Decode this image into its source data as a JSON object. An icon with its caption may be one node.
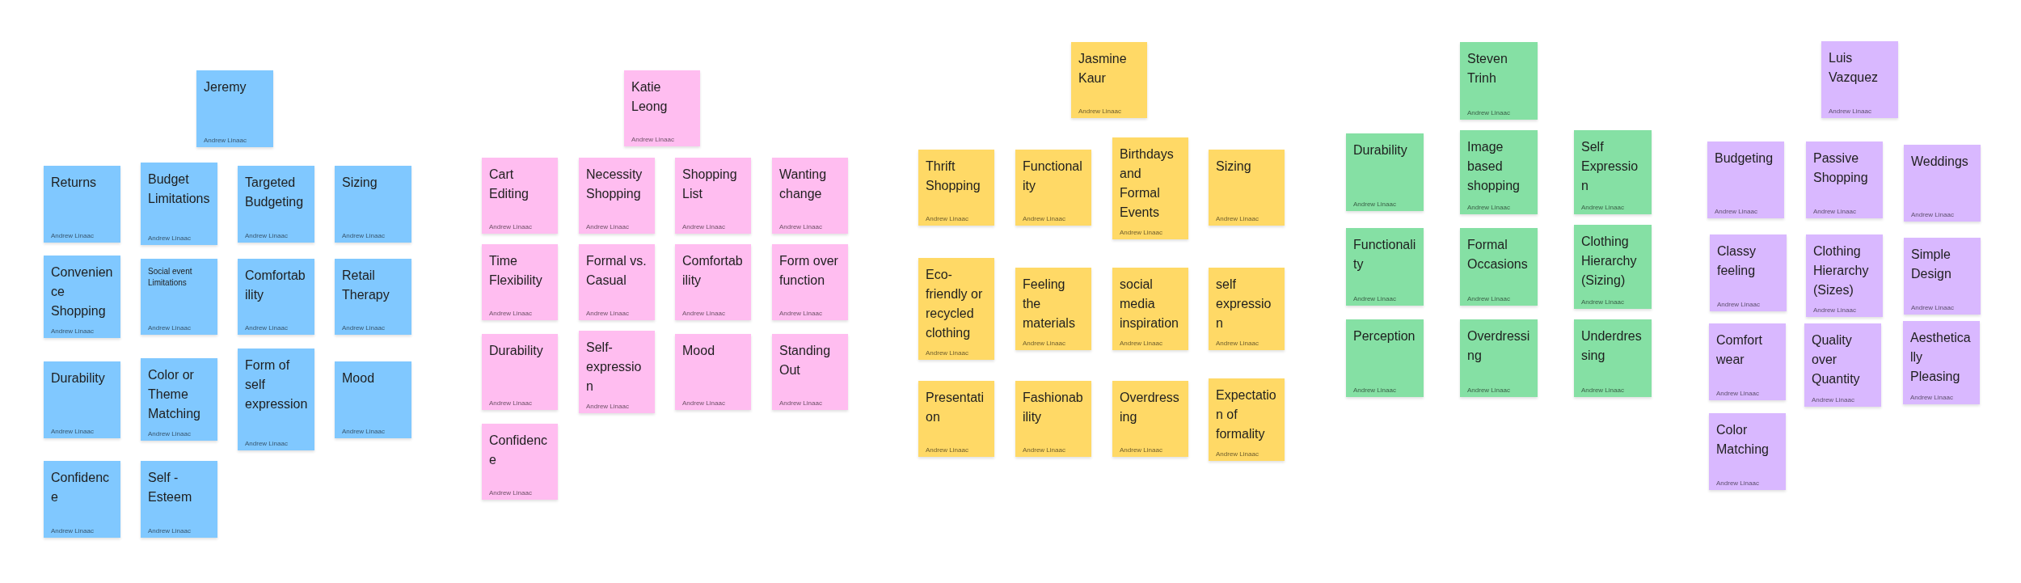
{
  "diagram": {
    "nodes": [
      {
        "text": [
          "Jeremy",
          "Andrew Linaac"
        ]
      },
      {
        "text": [
          "Returns",
          "Andrew Linaac"
        ]
      },
      {
        "text": [
          "Budget Limitations",
          "Andrew Linaac"
        ]
      },
      {
        "text": [
          "Targeted Budgeting",
          "Andrew Linaac"
        ]
      },
      {
        "text": [
          "Sizing",
          "Andrew Linaac"
        ]
      },
      {
        "text": [
          "Convenience Shopping",
          "Andrew Linaac"
        ]
      },
      {
        "text": [
          "Social event Limitations",
          "Andrew Linaac"
        ]
      },
      {
        "text": [
          "Comfortability",
          "Andrew Linaac"
        ]
      },
      {
        "text": [
          "Retail Therapy",
          "Andrew Linaac"
        ]
      },
      {
        "text": [
          "Durability",
          "Andrew Linaac"
        ]
      },
      {
        "text": [
          "Color or Theme Matching",
          "Andrew Linaac"
        ]
      },
      {
        "text": [
          "Form of self expression",
          "Andrew Linaac"
        ]
      },
      {
        "text": [
          "Mood",
          "Andrew Linaac"
        ]
      },
      {
        "text": [
          "Confidence",
          "Andrew Linaac"
        ]
      },
      {
        "text": [
          "Self - Esteem",
          "Andrew Linaac"
        ]
      },
      {
        "text": [
          "Katie Leong",
          "Andrew Linaac"
        ]
      },
      {
        "text": [
          "Cart Editing",
          "Andrew Linaac"
        ]
      },
      {
        "text": [
          "Necessity Shopping",
          "Andrew Linaac"
        ]
      },
      {
        "text": [
          "Shopping List",
          "Andrew Linaac"
        ]
      },
      {
        "text": [
          "Wanting change",
          "Andrew Linaac"
        ]
      },
      {
        "text": [
          "Time Flexibility",
          "Andrew Linaac"
        ]
      },
      {
        "text": [
          "Formal vs. Casual",
          "Andrew Linaac"
        ]
      },
      {
        "text": [
          "Comfortability",
          "Andrew Linaac"
        ]
      },
      {
        "text": [
          "Form over function",
          "Andrew Linaac"
        ]
      },
      {
        "text": [
          "Durability",
          "Andrew Linaac"
        ]
      },
      {
        "text": [
          "Self-expression",
          "Andrew Linaac"
        ]
      },
      {
        "text": [
          "Mood",
          "Andrew Linaac"
        ]
      },
      {
        "text": [
          "Standing Out",
          "Andrew Linaac"
        ]
      },
      {
        "text": [
          "Confidence",
          "Andrew Linaac"
        ]
      },
      {
        "text": [
          "Jasmine Kaur",
          "Andrew Linaac"
        ]
      },
      {
        "text": [
          "Thrift Shopping",
          "Andrew Linaac"
        ]
      },
      {
        "text": [
          "Functionality",
          "Andrew Linaac"
        ]
      },
      {
        "text": [
          "Birthdays and Formal Events",
          "Andrew Linaac"
        ]
      },
      {
        "text": [
          "Sizing",
          "Andrew Linaac"
        ]
      },
      {
        "text": [
          "Eco-friendly or recycled clothing",
          "Andrew Linaac"
        ]
      },
      {
        "text": [
          "Feeling the materials",
          "Andrew Linaac"
        ]
      },
      {
        "text": [
          "social media inspiration",
          "Andrew Linaac"
        ]
      },
      {
        "text": [
          "self expression",
          "Andrew Linaac"
        ]
      },
      {
        "text": [
          "Presentation",
          "Andrew Linaac"
        ]
      },
      {
        "text": [
          "Fashionability",
          "Andrew Linaac"
        ]
      },
      {
        "text": [
          "Overdressing",
          "Andrew Linaac"
        ]
      },
      {
        "text": [
          "Expectation of formality",
          "Andrew Linaac"
        ]
      },
      {
        "text": [
          "Steven Trinh",
          "Andrew Linaac"
        ]
      },
      {
        "text": [
          "Durability",
          "Andrew Linaac"
        ]
      },
      {
        "text": [
          "Image based shopping",
          "Andrew Linaac"
        ]
      },
      {
        "text": [
          "Self Expression",
          "Andrew Linaac"
        ]
      },
      {
        "text": [
          "Functionality",
          "Andrew Linaac"
        ]
      },
      {
        "text": [
          "Formal Occasions",
          "Andrew Linaac"
        ]
      },
      {
        "text": [
          "Clothing Hierarchy (Sizing)",
          "Andrew Linaac"
        ]
      },
      {
        "text": [
          "Perception",
          "Andrew Linaac"
        ]
      },
      {
        "text": [
          "Overdressing",
          "Andrew Linaac"
        ]
      },
      {
        "text": [
          "Underdressing",
          "Andrew Linaac"
        ]
      },
      {
        "text": [
          "Luis Vazquez",
          "Andrew Linaac"
        ]
      },
      {
        "text": [
          "Budgeting",
          "Andrew Linaac"
        ]
      },
      {
        "text": [
          "Passive Shopping",
          "Andrew Linaac"
        ]
      },
      {
        "text": [
          "Weddings",
          "Andrew Linaac"
        ]
      },
      {
        "text": [
          "Classy feeling",
          "Andrew Linaac"
        ]
      },
      {
        "text": [
          "Clothing Hierarchy (Sizes)",
          "Andrew Linaac"
        ]
      },
      {
        "text": [
          "Simple Design",
          "Andrew Linaac"
        ]
      },
      {
        "text": [
          "Comfort wear",
          "Andrew Linaac"
        ]
      },
      {
        "text": [
          "Quality over Quantity",
          "Andrew Linaac"
        ]
      },
      {
        "text": [
          "Aesthetically Pleasing",
          "Andrew Linaac"
        ]
      },
      {
        "text": [
          "Color Matching",
          "Andrew Linaac"
        ]
      }
    ]
  }
}
